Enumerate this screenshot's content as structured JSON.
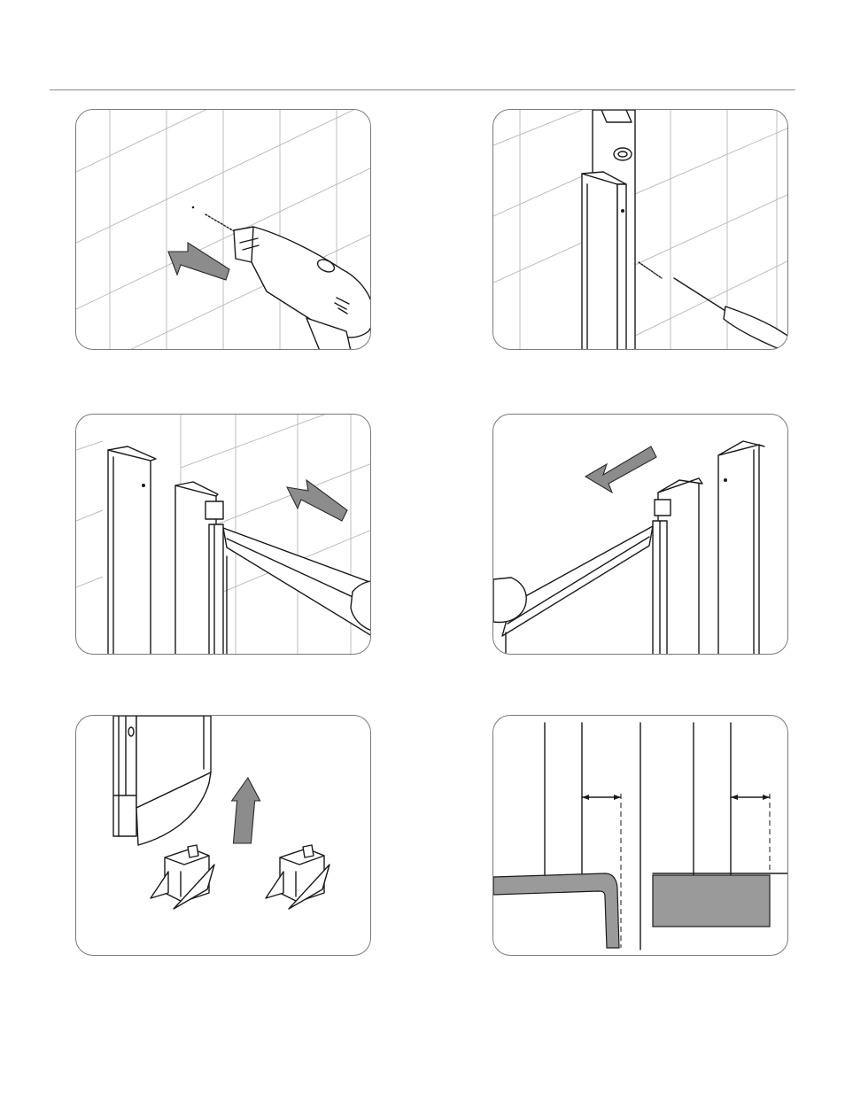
{
  "page": {
    "header_rule": "horizontal-divider",
    "panel_count": 6
  },
  "panels": [
    {
      "id": "step-drill-wall",
      "depicts": [
        "wall-tiles",
        "cordless-drill",
        "screw",
        "push-arrow"
      ]
    },
    {
      "id": "step-screw-profile",
      "depicts": [
        "wall-tiles",
        "spirit-level",
        "wall-profile",
        "screw",
        "screwdriver"
      ]
    },
    {
      "id": "step-insert-door-right",
      "depicts": [
        "wall-tiles",
        "wall-profile",
        "door-frame",
        "hand",
        "push-arrow"
      ]
    },
    {
      "id": "step-insert-door-left",
      "depicts": [
        "wall-profile",
        "door-frame",
        "hand",
        "push-arrow"
      ]
    },
    {
      "id": "step-fit-bottom-guides",
      "depicts": [
        "profile-bottom",
        "up-arrow",
        "bottom-guide",
        "bottom-guide"
      ]
    },
    {
      "id": "step-alignment-detail",
      "depicts": [
        "profile-section",
        "shower-tray-edge",
        "dimension-arrow",
        "dimension-arrow",
        "tray-block"
      ]
    }
  ],
  "colors": {
    "line": "#1a1a1a",
    "tile_grid": "#bdbdbd",
    "arrow_fill": "#8c8c8c",
    "tray_fill": "#9a9a9a",
    "panel_border": "#7a7a7a"
  }
}
